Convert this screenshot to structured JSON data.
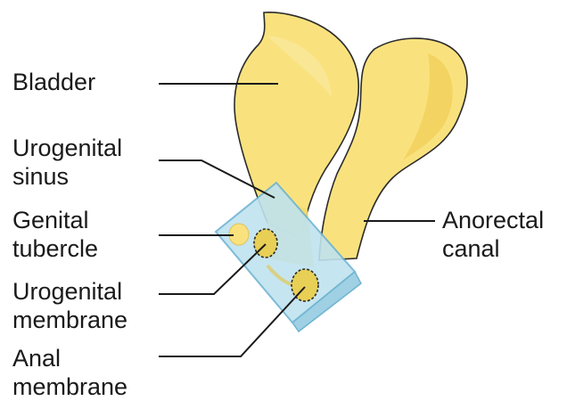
{
  "labels": {
    "bladder": "Bladder",
    "urogenital_sinus": [
      "Urogenital",
      "sinus"
    ],
    "genital_tubercle": [
      "Genital",
      "tubercle"
    ],
    "urogenital_membrane": [
      "Urogenital",
      "membrane"
    ],
    "anal_membrane": [
      "Anal",
      "membrane"
    ],
    "anorectal_canal": [
      "Anorectal",
      "canal"
    ]
  },
  "colors": {
    "organ_fill": "#f9e27e",
    "organ_shade": "#f1cf5a",
    "organ_outline": "#2b2b2b",
    "membrane_plate": "#bfe3ef",
    "membrane_outline": "#6fb4d2",
    "leader_line": "#1a1a1a"
  }
}
